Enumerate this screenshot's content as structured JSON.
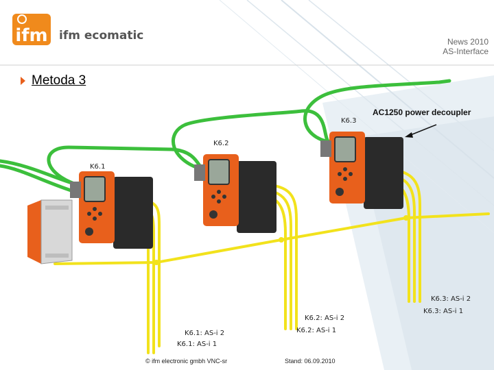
{
  "header": {
    "logo_text": "ifm",
    "brand_name": "ifm ecomatic",
    "news_line1": "News 2010",
    "news_line2": "AS-Interface"
  },
  "title": "Metoda 3",
  "labels": {
    "k61": "K6.1",
    "k62": "K6.2",
    "k63": "K6.3",
    "decoupler": "AC1250 power decoupler",
    "k63_asi2": "K6.3: AS-i 2",
    "k63_asi1": "K6.3: AS-i 1",
    "k62_asi2": "K6.2: AS-i 2",
    "k62_asi1": "K6.2: AS-i 1",
    "k61_asi2": "K6.1: AS-i 2",
    "k61_asi1": "K6.1: AS-i 1"
  },
  "footer": {
    "copyright": "© ifm electronic gmbh VNC-sr",
    "date": "Stand: 06.09.2010"
  },
  "colors": {
    "green_cable": "#3cbf3c",
    "yellow_cable": "#f2e21c",
    "orange": "#e8601c",
    "dark_module": "#2a2a2a",
    "arrow_blue": "#1e6fb5"
  }
}
